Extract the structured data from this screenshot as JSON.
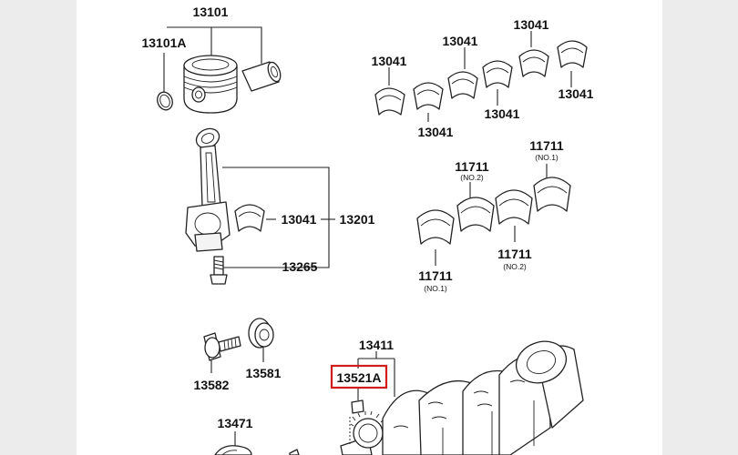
{
  "labels": {
    "piston": "13101",
    "piston_ring_set": "13101A",
    "conn_rod_assy": "13201",
    "conn_rod_bearing_1": "13041",
    "conn_rod_bearing_2": "13041",
    "conn_rod_bearing_3": "13041",
    "conn_rod_bearing_4": "13041",
    "conn_rod_bearing_5": "13041",
    "conn_rod_bearing_6": "13041",
    "conn_rod_bearing_7": "13041",
    "conn_rod_bolt": "13265",
    "main_bearing_1": "11711",
    "main_bearing_2": "11711",
    "main_bearing_3": "11711",
    "main_bearing_4": "11711",
    "main_bearing_1_note": "(NO.1)",
    "main_bearing_2_note": "(NO.2)",
    "main_bearing_3_note": "(NO.2)",
    "main_bearing_4_note": "(NO.1)",
    "crank_bolt": "13582",
    "crank_washer": "13581",
    "crankshaft": "13411",
    "crank_key": "13521A",
    "pulley": "13471"
  },
  "highlight": {
    "target": "13521A",
    "color": "#d21b1b"
  }
}
